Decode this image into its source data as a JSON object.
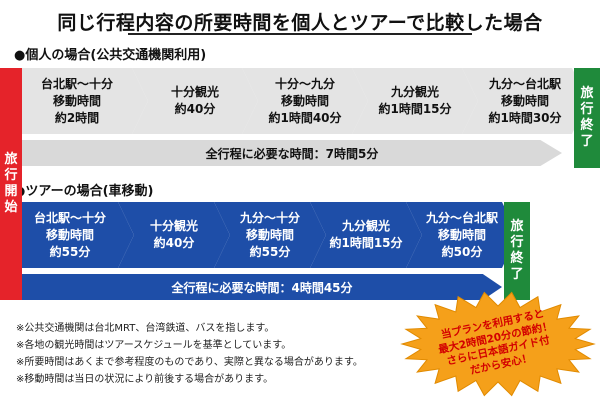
{
  "title": "同じ行程内容の所要時間を個人とツアーで比較した場合",
  "colors": {
    "start_red": "#e5232a",
    "end_green": "#1f8a3b",
    "individual_gray": "#d9d9d9",
    "tour_blue": "#1e4ea8",
    "callout_orange": "#f5a01a",
    "callout_text": "#d30000"
  },
  "start_label": "旅行開始",
  "individual": {
    "heading": "●個人の場合(公共交通機関利用)",
    "steps": [
      "台北駅～十分\n移動時間\n約2時間",
      "十分観光\n約40分",
      "十分～九分\n移動時間\n約1時間40分",
      "九分観光\n約1時間15分",
      "九分～台北駅\n移動時間\n約1時間30分"
    ],
    "end_label": "旅行終了",
    "total": "全行程に必要な時間：7時間5分"
  },
  "tour": {
    "heading": "●ツアーの場合(車移動)",
    "steps": [
      "台北駅～十分\n移動時間\n約55分",
      "十分観光\n約40分",
      "九分～十分\n移動時間\n約55分",
      "九分観光\n約1時間15分",
      "九分～台北駅\n移動時間\n約50分"
    ],
    "end_label": "旅行終了",
    "total": "全行程に必要な時間：4時間45分"
  },
  "notes": [
    "※公共交通機関は台北MRT、台湾鉄道、バスを指します。",
    "※各地の観光時間はツアースケジュールを基準としています。",
    "※所要時間はあくまで参考程度のものであり、実際と異なる場合があります。",
    "※移動時間は当日の状況により前後する場合があります。"
  ],
  "callout": [
    "当プランを利用すると",
    "最大2時間20分の節約！",
    "さらに日本語ガイド付",
    "だから安心！"
  ]
}
